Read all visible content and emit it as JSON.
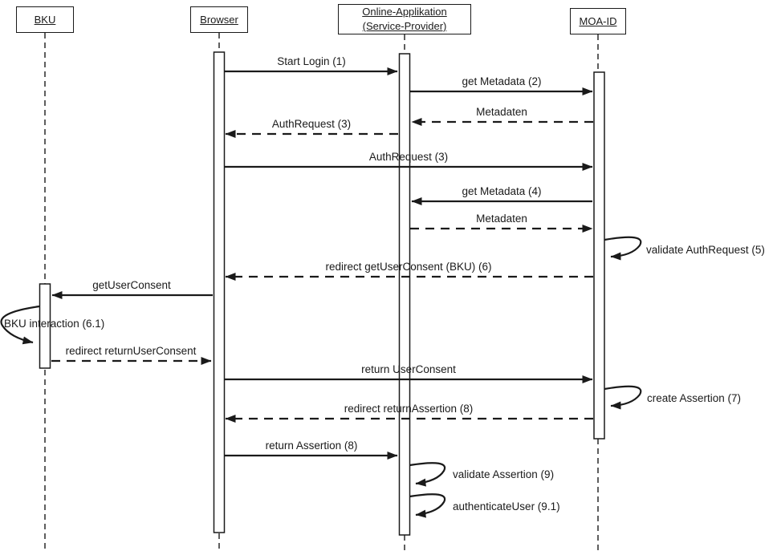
{
  "diagram": {
    "title": "MOA-ID login sequence diagram",
    "background_color": "#ffffff",
    "line_color": "#1a1a1a",
    "actors": [
      {
        "id": "bku",
        "label": "BKU"
      },
      {
        "id": "browser",
        "label": "Browser"
      },
      {
        "id": "online-applikation",
        "label": "Online-Applikation (Service-Provider)"
      },
      {
        "id": "moa-id",
        "label": "MOA-ID"
      }
    ],
    "messages": [
      {
        "label": "Start Login (1)",
        "from": "Browser",
        "to": "Online-Applikation (Service-Provider)",
        "line": "solid"
      },
      {
        "label": "get Metadata (2)",
        "from": "Online-Applikation (Service-Provider)",
        "to": "MOA-ID",
        "line": "solid"
      },
      {
        "label": "Metadaten",
        "from": "MOA-ID",
        "to": "Online-Applikation (Service-Provider)",
        "line": "dashed"
      },
      {
        "label": "AuthRequest (3)",
        "from": "Online-Applikation (Service-Provider)",
        "to": "Browser",
        "line": "dashed"
      },
      {
        "label": "AuthRequest (3)",
        "from": "Browser",
        "to": "MOA-ID",
        "line": "solid"
      },
      {
        "label": "get Metadata (4)",
        "from": "MOA-ID",
        "to": "Online-Applikation (Service-Provider)",
        "line": "solid"
      },
      {
        "label": "Metadaten",
        "from": "Online-Applikation (Service-Provider)",
        "to": "MOA-ID",
        "line": "dashed"
      },
      {
        "label": "validate AuthRequest (5)",
        "from": "MOA-ID",
        "to": "MOA-ID",
        "line": "self"
      },
      {
        "label": "redirect getUserConsent (BKU) (6)",
        "from": "MOA-ID",
        "to": "Browser",
        "line": "dashed"
      },
      {
        "label": "getUserConsent",
        "from": "Browser",
        "to": "BKU",
        "line": "solid"
      },
      {
        "label": "BKU interaction (6.1)",
        "from": "BKU",
        "to": "BKU",
        "line": "self"
      },
      {
        "label": "redirect returnUserConsent",
        "from": "BKU",
        "to": "Browser",
        "line": "dashed"
      },
      {
        "label": "return UserConsent",
        "from": "Browser",
        "to": "MOA-ID",
        "line": "solid"
      },
      {
        "label": "create Assertion (7)",
        "from": "MOA-ID",
        "to": "MOA-ID",
        "line": "self"
      },
      {
        "label": "redirect returnAssertion (8)",
        "from": "MOA-ID",
        "to": "Browser",
        "line": "dashed"
      },
      {
        "label": "return Assertion (8)",
        "from": "Browser",
        "to": "Online-Applikation (Service-Provider)",
        "line": "solid"
      },
      {
        "label": "validate Assertion (9)",
        "from": "Online-Applikation (Service-Provider)",
        "to": "Online-Applikation (Service-Provider)",
        "line": "self"
      },
      {
        "label": "authenticateUser (9.1)",
        "from": "Online-Applikation (Service-Provider)",
        "to": "Online-Applikation (Service-Provider)",
        "line": "self"
      }
    ]
  }
}
